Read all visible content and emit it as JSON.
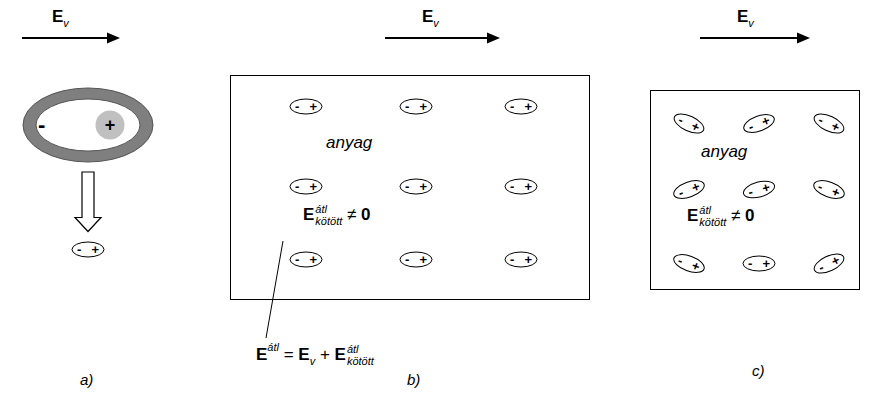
{
  "diagram": {
    "nodes": [
      {
        "text": [
          "-"
        ]
      },
      {
        "text": [
          "+"
        ],
        "in": 0
      },
      {
        "text": [
          "-",
          "+"
        ]
      },
      {
        "text": [
          "anyag",
          "Eátlkötött ≠ 0"
        ]
      },
      {
        "text": [
          "-",
          "+"
        ],
        "in": 3
      },
      {
        "text": [
          "-",
          "+"
        ],
        "in": 3
      },
      {
        "text": [
          "-",
          "+"
        ],
        "in": 3
      },
      {
        "text": [
          "-",
          "+"
        ],
        "in": 3
      },
      {
        "text": [
          "-",
          "+"
        ],
        "in": 3
      },
      {
        "text": [
          "-",
          "+"
        ],
        "in": 3
      },
      {
        "text": [
          "-",
          "+"
        ],
        "in": 3
      },
      {
        "text": [
          "-",
          "+"
        ],
        "in": 3
      },
      {
        "text": [
          "-",
          "+"
        ],
        "in": 3
      },
      {
        "text": [
          "anyag",
          "Eátlkötött ≠ 0"
        ]
      },
      {
        "text": [
          "-",
          "+"
        ],
        "in": 13
      },
      {
        "text": [
          "-",
          "+"
        ],
        "in": 13
      },
      {
        "text": [
          "-",
          "+"
        ],
        "in": 13
      },
      {
        "text": [
          "-",
          "+"
        ],
        "in": 13
      },
      {
        "text": [
          "-",
          "+"
        ],
        "in": 13
      },
      {
        "text": [
          "-",
          "+"
        ],
        "in": 13
      },
      {
        "text": [
          "-",
          "+"
        ],
        "in": 13
      },
      {
        "text": [
          "-",
          "+"
        ],
        "in": 13
      },
      {
        "text": [
          "-",
          "+"
        ],
        "in": 13
      }
    ],
    "edges": [
      {
        "from": 0,
        "to": 2,
        "arrow": "to"
      }
    ],
    "labels": [
      "Ev",
      "Ev",
      "Ev",
      "Eátl = Ev + Eátlkötött",
      "a)",
      "b)",
      "c)"
    ]
  }
}
